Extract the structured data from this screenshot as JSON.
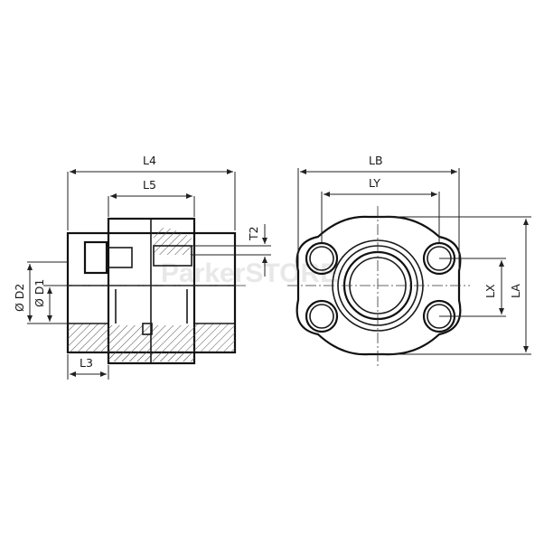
{
  "labels": {
    "L4": "L4",
    "L5": "L5",
    "T2": "T2",
    "D2": "Ø D2",
    "D1": "Ø D1",
    "L3": "L3",
    "LB": "LB",
    "LY": "LY",
    "LX": "LX",
    "LA": "LA"
  },
  "watermark": "ParkerSTORE",
  "colors": {
    "line": "#1a1a1a",
    "hatch": "#555555",
    "fill": "#ffffff",
    "watermark": "#e8e8e8"
  }
}
